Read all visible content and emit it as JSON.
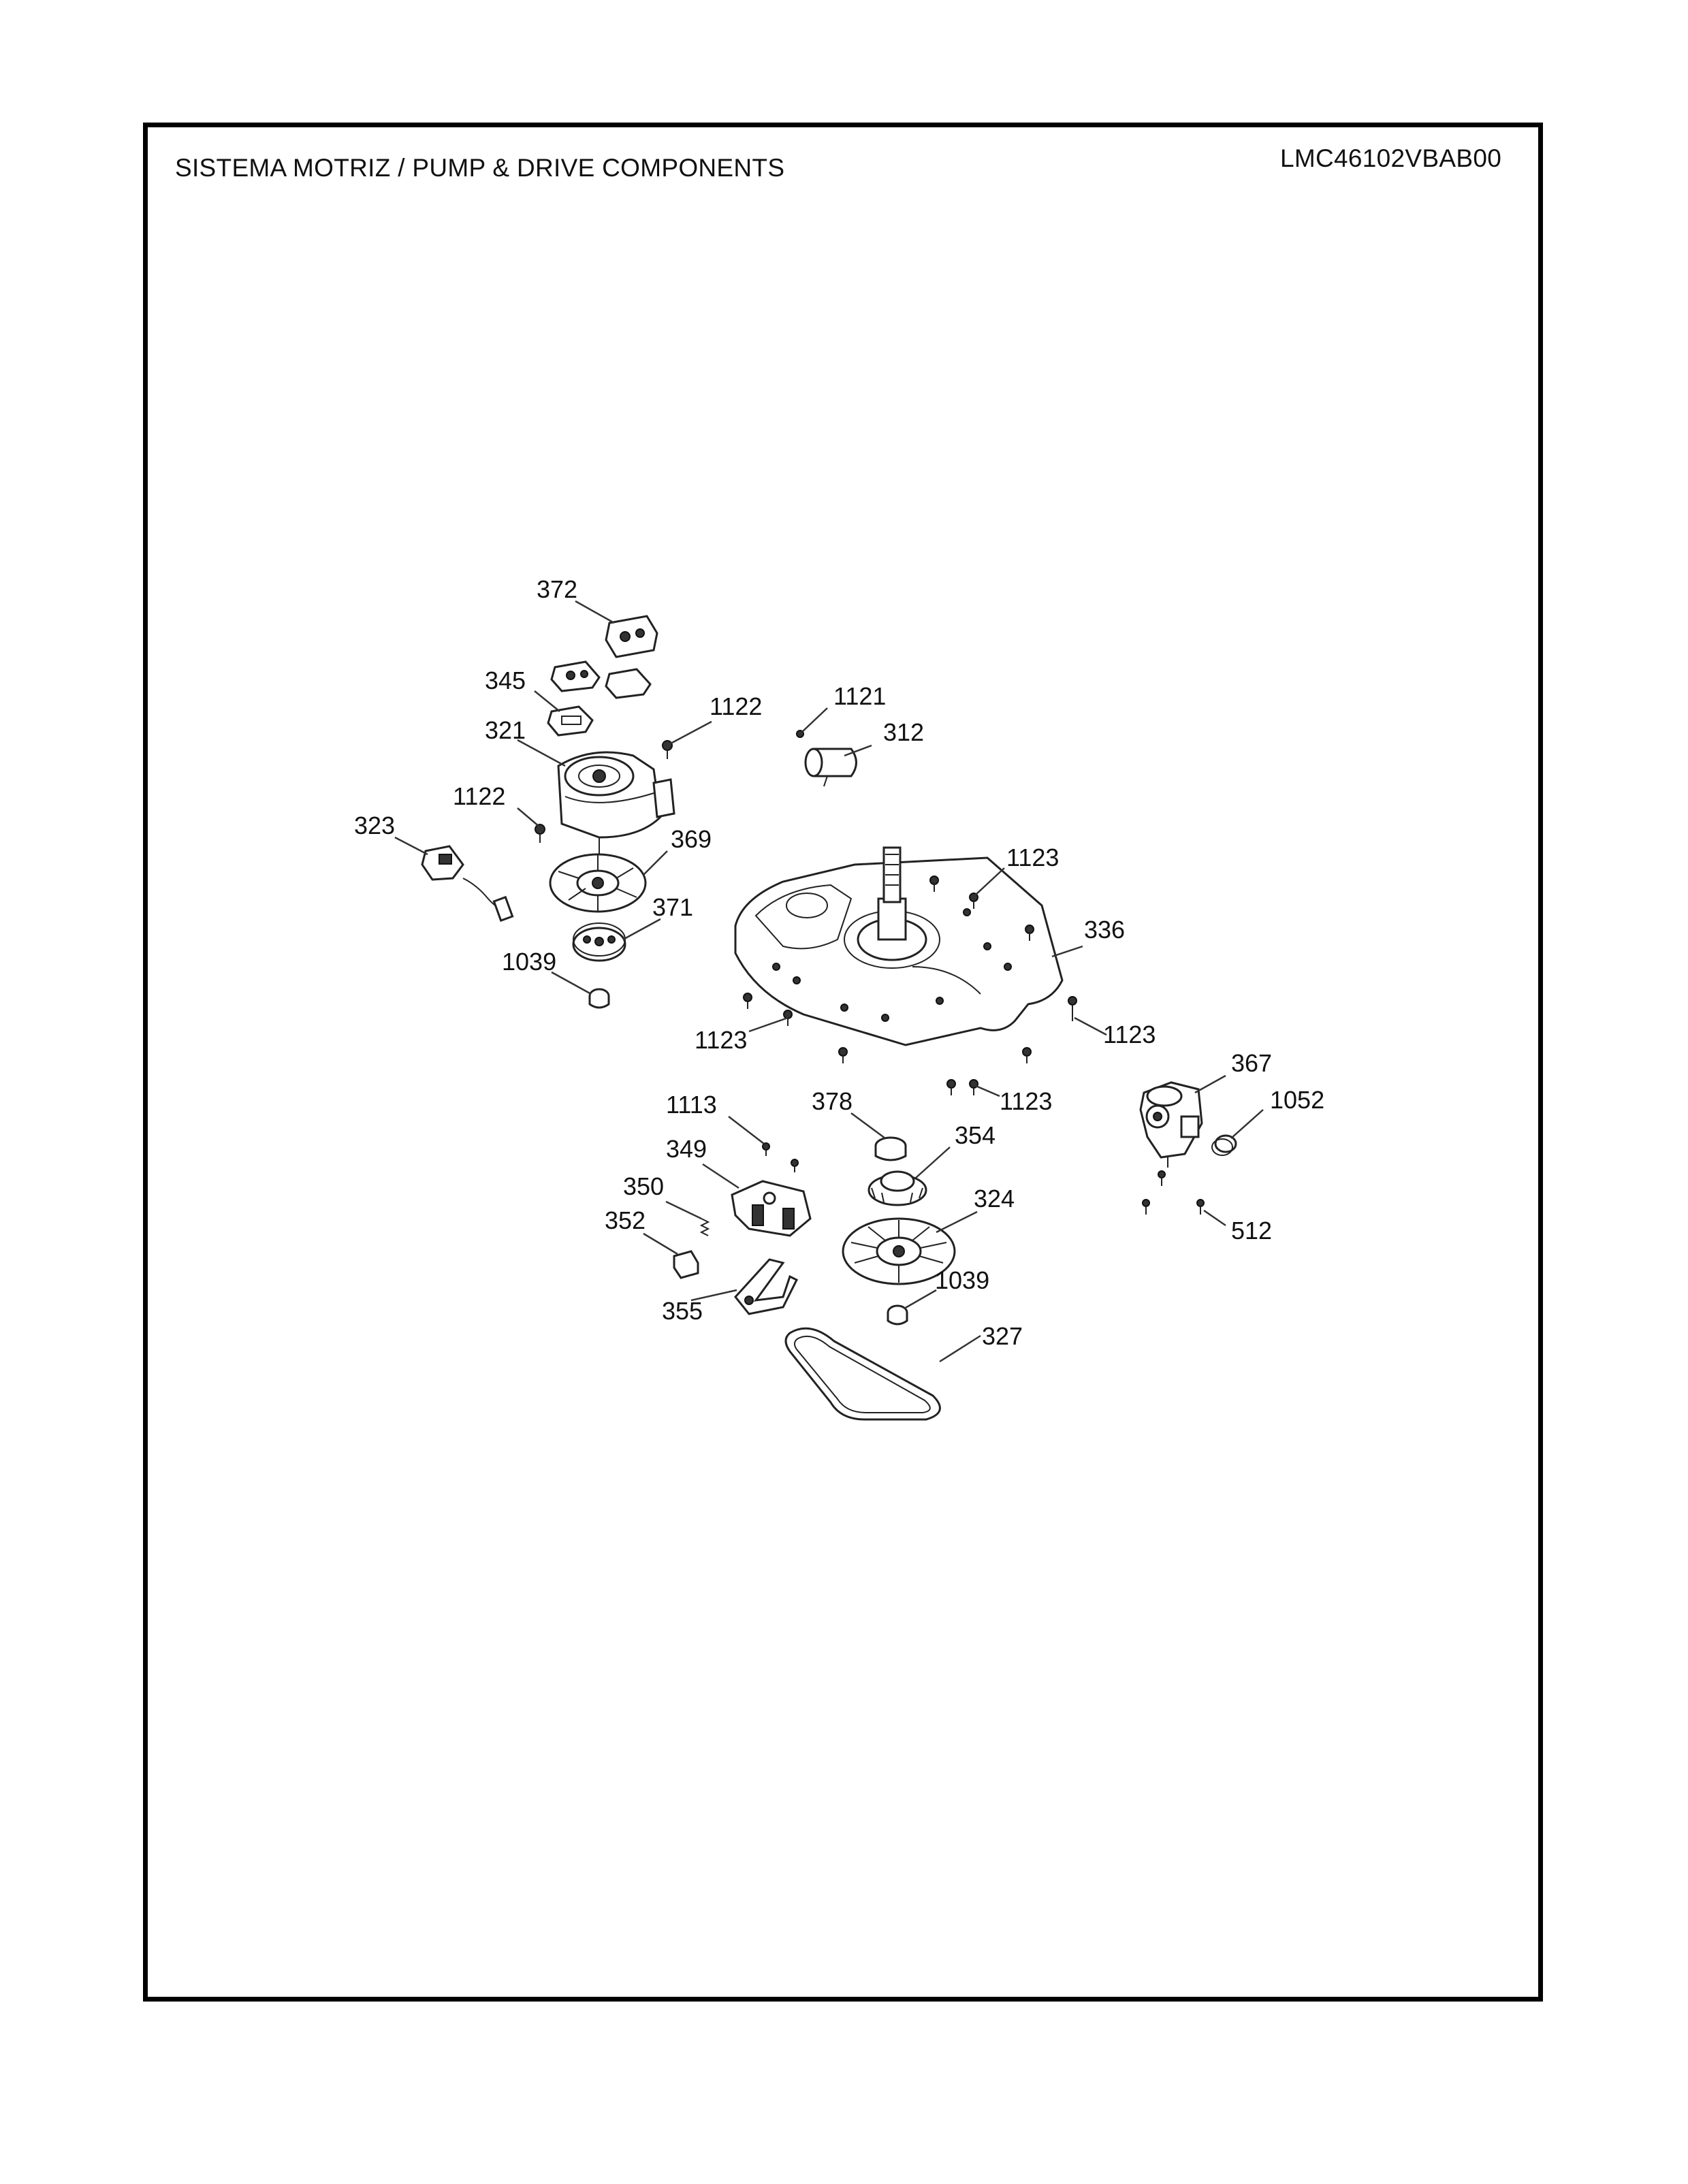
{
  "header": {
    "title": "SISTEMA MOTRIZ / PUMP  &  DRIVE COMPONENTS",
    "model": "LMC46102VBAB00"
  },
  "callouts": [
    {
      "id": "c372",
      "label": "372"
    },
    {
      "id": "c345",
      "label": "345"
    },
    {
      "id": "c321",
      "label": "321"
    },
    {
      "id": "c1122a",
      "label": "1122"
    },
    {
      "id": "c1122b",
      "label": "1122"
    },
    {
      "id": "c1121",
      "label": "1121"
    },
    {
      "id": "c312",
      "label": "312"
    },
    {
      "id": "c323",
      "label": "323"
    },
    {
      "id": "c369",
      "label": "369"
    },
    {
      "id": "c371",
      "label": "371"
    },
    {
      "id": "c1039a",
      "label": "1039"
    },
    {
      "id": "c1123a",
      "label": "1123"
    },
    {
      "id": "c336",
      "label": "336"
    },
    {
      "id": "c1123b",
      "label": "1123"
    },
    {
      "id": "c1123c",
      "label": "1123"
    },
    {
      "id": "c1123d",
      "label": "1123"
    },
    {
      "id": "c367",
      "label": "367"
    },
    {
      "id": "c1052",
      "label": "1052"
    },
    {
      "id": "c1113",
      "label": "1113"
    },
    {
      "id": "c378",
      "label": "378"
    },
    {
      "id": "c354",
      "label": "354"
    },
    {
      "id": "c349",
      "label": "349"
    },
    {
      "id": "c350",
      "label": "350"
    },
    {
      "id": "c352",
      "label": "352"
    },
    {
      "id": "c324",
      "label": "324"
    },
    {
      "id": "c512",
      "label": "512"
    },
    {
      "id": "c355",
      "label": "355"
    },
    {
      "id": "c1039b",
      "label": "1039"
    },
    {
      "id": "c327",
      "label": "327"
    }
  ]
}
